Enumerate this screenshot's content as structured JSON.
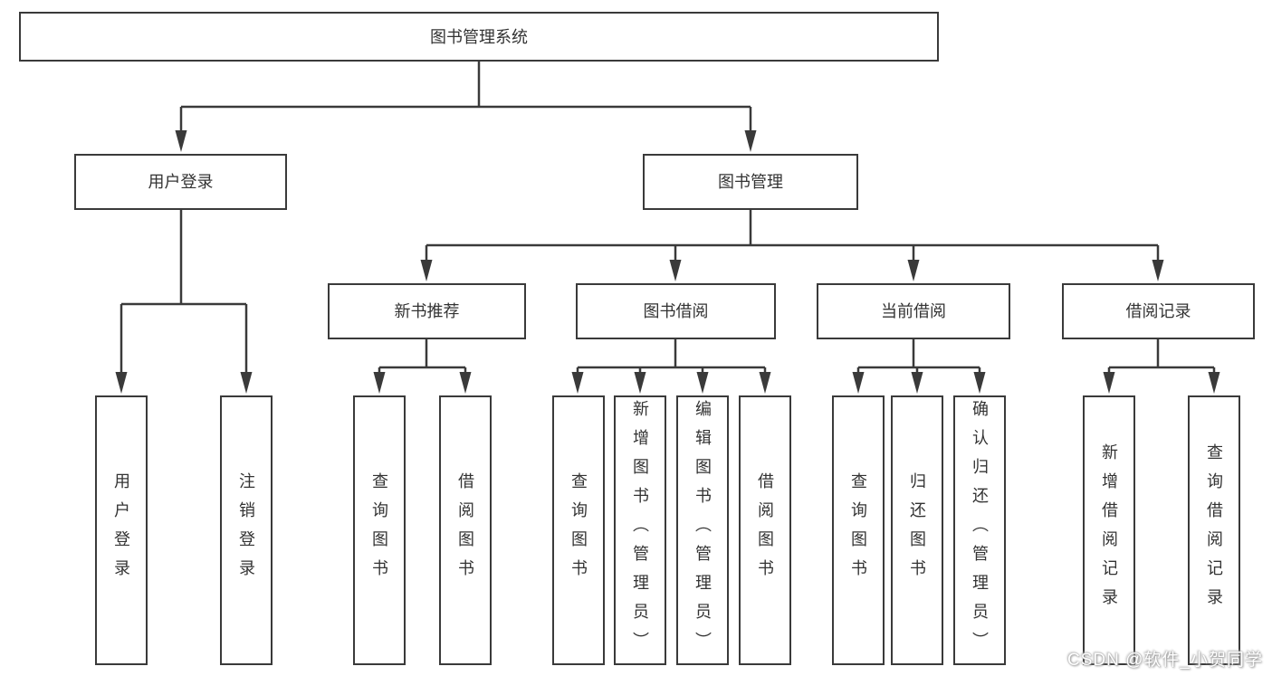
{
  "tree": {
    "label": "图书管理系统",
    "children": [
      {
        "label": "用户登录",
        "children": [
          {
            "label": "用户登录"
          },
          {
            "label": "注销登录"
          }
        ]
      },
      {
        "label": "图书管理",
        "children": [
          {
            "label": "新书推荐",
            "children": [
              {
                "label": "查询图书"
              },
              {
                "label": "借阅图书"
              }
            ]
          },
          {
            "label": "图书借阅",
            "children": [
              {
                "label": "查询图书"
              },
              {
                "label": "新增图书（管理员）"
              },
              {
                "label": "编辑图书（管理员）"
              },
              {
                "label": "借阅图书"
              }
            ]
          },
          {
            "label": "当前借阅",
            "children": [
              {
                "label": "查询图书"
              },
              {
                "label": "归还图书"
              },
              {
                "label": "确认归还（管理员）"
              }
            ]
          },
          {
            "label": "借阅记录",
            "children": [
              {
                "label": "新增借阅记录"
              },
              {
                "label": "查询借阅记录"
              }
            ]
          }
        ]
      }
    ]
  },
  "watermark": {
    "text": "CSDN @软件_小贺同学"
  },
  "colors": {
    "line": "#3a3a3a",
    "box_border": "#3a3a3a",
    "text": "#333333",
    "background": "#ffffff",
    "watermark_text": "#ffffff"
  }
}
